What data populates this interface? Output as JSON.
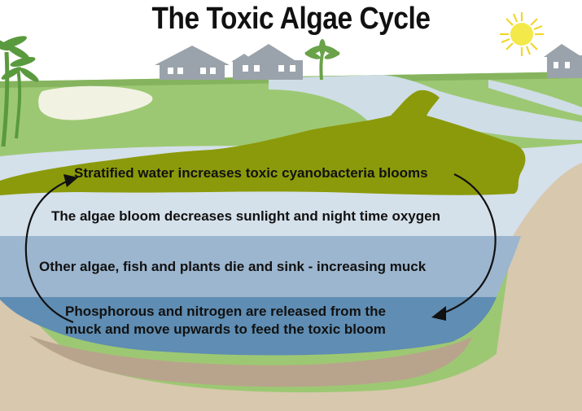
{
  "title": "The Toxic Algae Cycle",
  "steps": [
    "Stratified water increases toxic cyanobacteria blooms",
    "The algae bloom decreases sunlight and night time oxygen",
    "Other algae, fish and plants die and sink - increasing muck",
    "Phosphorous and nitrogen are released from the",
    "muck and move upwards to feed the toxic bloom"
  ],
  "colors": {
    "sky": "#ffffff",
    "grass": "#9dc873",
    "grass_dark": "#86b45e",
    "river": "#cfdde6",
    "algae": "#8b9a0a",
    "water_light": "#d4e0ea",
    "water_mid": "#9db6cf",
    "water_deep": "#5f8db3",
    "muck": "#b8a48c",
    "sediment": "#d8c8ae",
    "houses": "#9aa3ab",
    "sun": "#f4e94a",
    "arrow": "#111111"
  },
  "icons": [
    "sun-icon",
    "house-icon",
    "palm-tree-icon",
    "cycle-arrow-icon"
  ]
}
